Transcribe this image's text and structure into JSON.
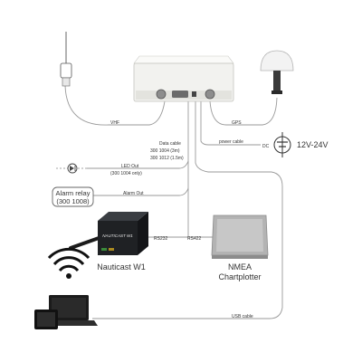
{
  "labels": {
    "vhf": "VHF",
    "gps": "GPS",
    "power_cable": "power cable",
    "dc": "DC",
    "voltage": "12V-24V",
    "data_cable_title": "Data cable",
    "data_cable_line1": "300 1004 (3m)",
    "data_cable_line2": "300 1012 (1.5m)",
    "led_out": "LED Out",
    "led_out_note": "(300 1004 only)",
    "alarm_relay_line1": "Alarm relay",
    "alarm_relay_line2": "(300 1008)",
    "alarm_out": "Alarm Out",
    "rs232": "RS232",
    "rs422": "RS422",
    "nauticast": "Nauticast W1",
    "nmea_line1": "NMEA",
    "nmea_line2": "Chartplotter",
    "usb_cable": "USB cable",
    "device_brand": "NAUTICAST W1"
  },
  "colors": {
    "wire": "#9a9a9a",
    "device_body": "#1f2124",
    "transponder_body": "#f2f2ef",
    "screen": "#111111"
  },
  "icons": [
    "vhf-antenna-icon",
    "gps-antenna-icon",
    "led-icon",
    "battery-icon",
    "wifi-icon",
    "laptop-icon",
    "tablet-icon"
  ]
}
